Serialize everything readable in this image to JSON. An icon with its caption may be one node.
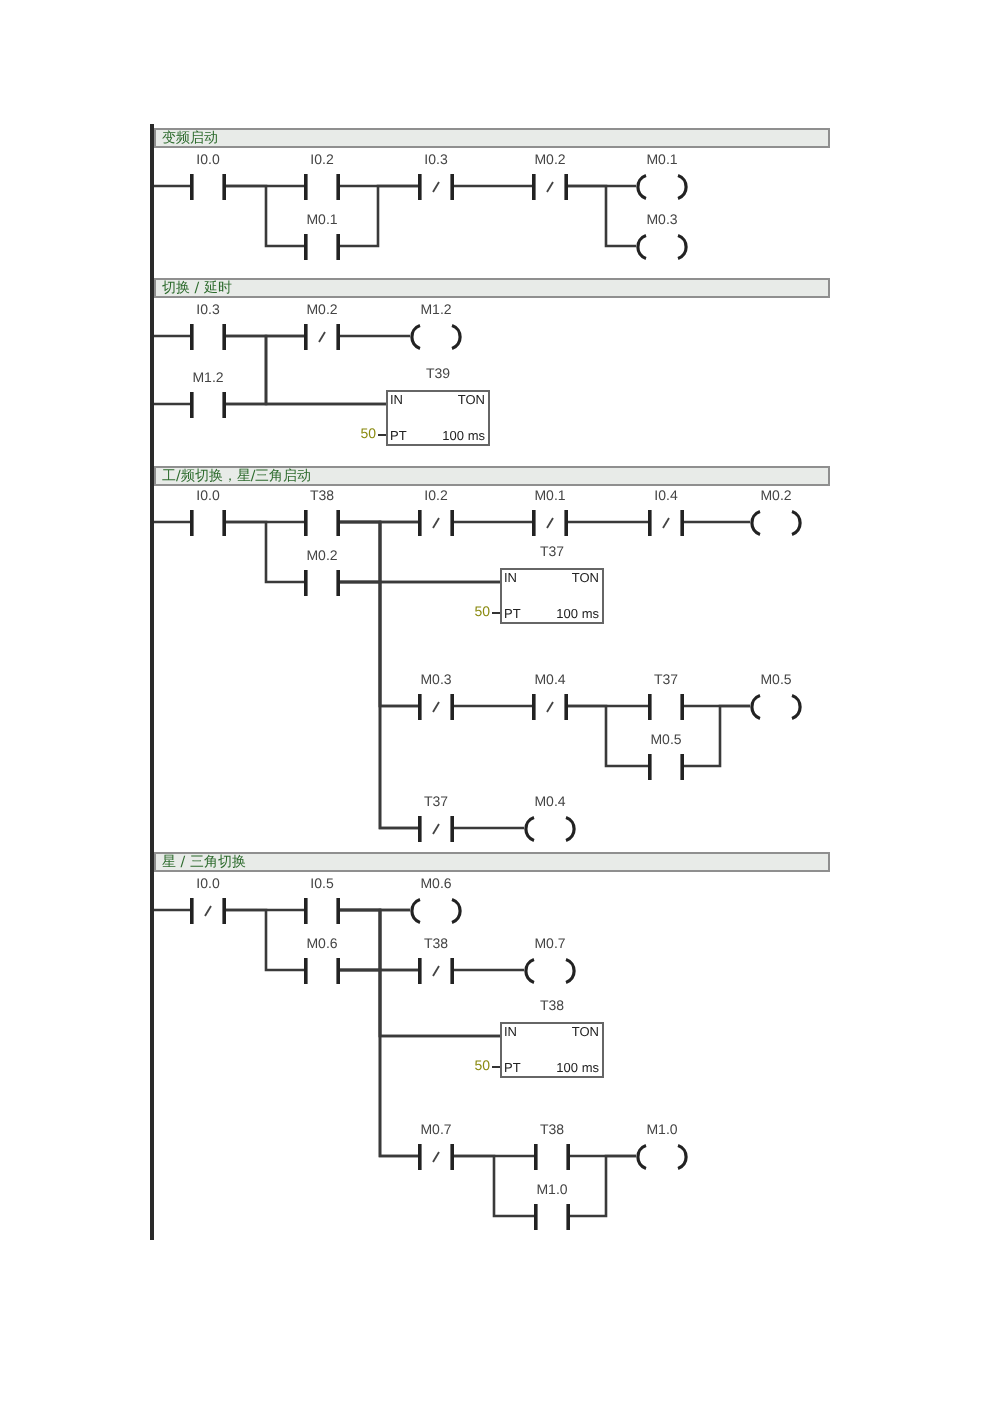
{
  "diagram": {
    "nodes": [
      {
        "text": [],
        "shape": "bar"
      },
      {
        "text": [
          "变频启动"
        ]
      },
      {
        "text": [
          "I0.0"
        ]
      },
      {
        "text": [
          "I0.2"
        ]
      },
      {
        "text": [
          "M0.1"
        ]
      },
      {
        "text": [
          "I0.3"
        ]
      },
      {
        "text": [
          "M0.2"
        ]
      },
      {
        "text": [
          "M0.1"
        ]
      },
      {
        "text": [
          "M0.3"
        ]
      },
      {
        "text": [
          "切换 / 延时"
        ]
      },
      {
        "text": [
          "I0.3"
        ]
      },
      {
        "text": [
          "M0.2"
        ]
      },
      {
        "text": [
          "M1.2"
        ]
      },
      {
        "text": [
          "M1.2"
        ]
      },
      {
        "text": [
          "T39",
          "IN",
          "TON",
          "PT",
          "100 ms"
        ],
        "beside": [
          "50"
        ]
      },
      {
        "text": [
          "工/频切换，星/三角启动"
        ]
      },
      {
        "text": [
          "I0.0"
        ]
      },
      {
        "text": [
          "T38"
        ]
      },
      {
        "text": [
          "M0.2"
        ]
      },
      {
        "text": [
          "I0.2"
        ]
      },
      {
        "text": [
          "M0.1"
        ]
      },
      {
        "text": [
          "I0.4"
        ]
      },
      {
        "text": [
          "M0.2"
        ]
      },
      {
        "text": [
          "T37",
          "IN",
          "TON",
          "PT",
          "100 ms"
        ],
        "beside": [
          "50"
        ]
      },
      {
        "text": [
          "M0.3"
        ]
      },
      {
        "text": [
          "M0.4"
        ]
      },
      {
        "text": [
          "T37"
        ]
      },
      {
        "text": [
          "M0.5"
        ]
      },
      {
        "text": [
          "M0.5"
        ]
      },
      {
        "text": [
          "T37"
        ]
      },
      {
        "text": [
          "M0.4"
        ]
      },
      {
        "text": [
          "星 / 三角切换"
        ]
      },
      {
        "text": [
          "I0.0"
        ]
      },
      {
        "text": [
          "I0.5"
        ]
      },
      {
        "text": [
          "M0.6"
        ]
      },
      {
        "text": [
          "M0.6"
        ]
      },
      {
        "text": [
          "T38"
        ]
      },
      {
        "text": [
          "M0.7"
        ]
      },
      {
        "text": [
          "T38",
          "IN",
          "TON",
          "PT",
          "100 ms"
        ],
        "beside": [
          "50"
        ]
      },
      {
        "text": [
          "M0.7"
        ]
      },
      {
        "text": [
          "T38"
        ]
      },
      {
        "text": [
          "M1.0"
        ]
      },
      {
        "text": [
          "M1.0"
        ]
      }
    ],
    "edges": [
      {
        "from": 0,
        "to": 2,
        "arrow": "none"
      },
      {
        "from": 2,
        "to": 3,
        "arrow": "none"
      },
      {
        "from": 2,
        "to": 4,
        "arrow": "none"
      },
      {
        "from": 3,
        "to": 5,
        "arrow": "none"
      },
      {
        "from": 4,
        "to": 5,
        "arrow": "none"
      },
      {
        "from": 5,
        "to": 6,
        "arrow": "none"
      },
      {
        "from": 6,
        "to": 7,
        "arrow": "none"
      },
      {
        "from": 6,
        "to": 8,
        "arrow": "none"
      },
      {
        "from": 0,
        "to": 10,
        "arrow": "none"
      },
      {
        "from": 0,
        "to": 13,
        "arrow": "none"
      },
      {
        "from": 10,
        "to": 11,
        "arrow": "none"
      },
      {
        "from": 10,
        "to": 14,
        "arrow": "none"
      },
      {
        "from": 13,
        "to": 11,
        "arrow": "none"
      },
      {
        "from": 13,
        "to": 14,
        "arrow": "none"
      },
      {
        "from": 11,
        "to": 12,
        "arrow": "none"
      },
      {
        "from": 0,
        "to": 16,
        "arrow": "none"
      },
      {
        "from": 16,
        "to": 17,
        "arrow": "none"
      },
      {
        "from": 16,
        "to": 18,
        "arrow": "none"
      },
      {
        "from": 17,
        "to": 19,
        "arrow": "none"
      },
      {
        "from": 17,
        "to": 23,
        "arrow": "none"
      },
      {
        "from": 17,
        "to": 24,
        "arrow": "none"
      },
      {
        "from": 17,
        "to": 29,
        "arrow": "none"
      },
      {
        "from": 18,
        "to": 19,
        "arrow": "none"
      },
      {
        "from": 18,
        "to": 23,
        "arrow": "none"
      },
      {
        "from": 18,
        "to": 24,
        "arrow": "none"
      },
      {
        "from": 18,
        "to": 29,
        "arrow": "none"
      },
      {
        "from": 19,
        "to": 20,
        "arrow": "none"
      },
      {
        "from": 20,
        "to": 21,
        "arrow": "none"
      },
      {
        "from": 21,
        "to": 22,
        "arrow": "none"
      },
      {
        "from": 24,
        "to": 25,
        "arrow": "none"
      },
      {
        "from": 25,
        "to": 26,
        "arrow": "none"
      },
      {
        "from": 25,
        "to": 27,
        "arrow": "none"
      },
      {
        "from": 26,
        "to": 28,
        "arrow": "none"
      },
      {
        "from": 27,
        "to": 28,
        "arrow": "none"
      },
      {
        "from": 29,
        "to": 30,
        "arrow": "none"
      },
      {
        "from": 0,
        "to": 32,
        "arrow": "none"
      },
      {
        "from": 32,
        "to": 33,
        "arrow": "none"
      },
      {
        "from": 32,
        "to": 34,
        "arrow": "none"
      },
      {
        "from": 33,
        "to": 35,
        "arrow": "none"
      },
      {
        "from": 33,
        "to": 36,
        "arrow": "none"
      },
      {
        "from": 33,
        "to": 38,
        "arrow": "none"
      },
      {
        "from": 33,
        "to": 39,
        "arrow": "none"
      },
      {
        "from": 34,
        "to": 35,
        "arrow": "none"
      },
      {
        "from": 34,
        "to": 36,
        "arrow": "none"
      },
      {
        "from": 34,
        "to": 38,
        "arrow": "none"
      },
      {
        "from": 34,
        "to": 39,
        "arrow": "none"
      },
      {
        "from": 36,
        "to": 37,
        "arrow": "none"
      },
      {
        "from": 39,
        "to": 40,
        "arrow": "none"
      },
      {
        "from": 39,
        "to": 41,
        "arrow": "none"
      },
      {
        "from": 40,
        "to": 42,
        "arrow": "none"
      },
      {
        "from": 41,
        "to": 42,
        "arrow": "none"
      }
    ]
  }
}
